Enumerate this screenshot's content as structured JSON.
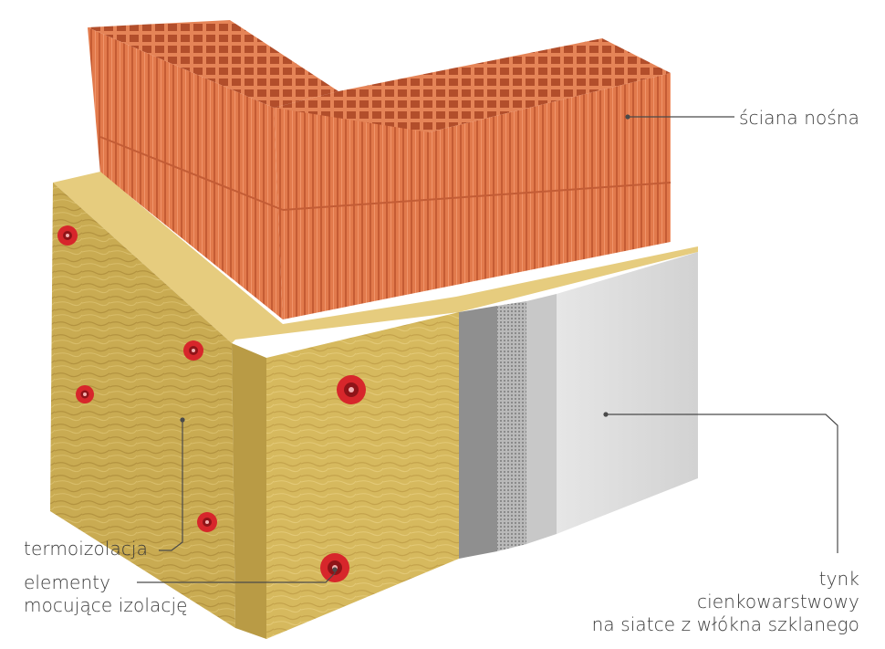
{
  "labels": {
    "load_bearing_wall": "ściana nośna",
    "thermal_insulation": "termoizolacja",
    "fasteners": [
      "elementy",
      "mocujące izolację"
    ],
    "plaster": [
      "tynk",
      "cienkowarstwowy",
      "na siatce z włókna szklanego"
    ]
  },
  "colors": {
    "brick": "#e0754a",
    "brick_dark": "#b9512e",
    "wool": "#d8bb62",
    "wool_dark": "#bfa14a",
    "anchor": "#d7262b",
    "plaster": "#dcdcdc",
    "adhesive": "#8c8c8c",
    "leader_line": "#4a4a4a"
  }
}
